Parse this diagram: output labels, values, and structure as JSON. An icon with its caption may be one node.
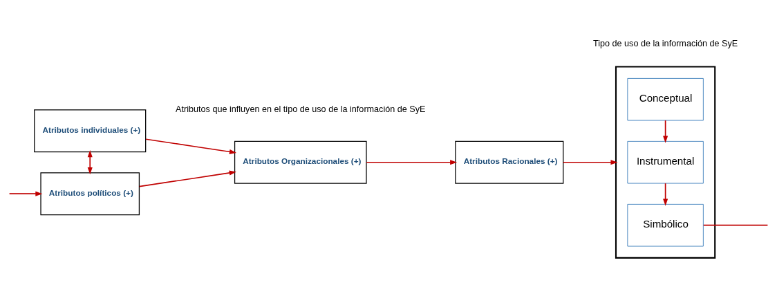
{
  "diagram": {
    "nodes": [
      {
        "text": [
          "Atributos individuales (+)"
        ]
      },
      {
        "text": [
          "Atributos políticos (+)"
        ]
      },
      {
        "text": [
          "Atributos Organizacionales (+)"
        ]
      },
      {
        "text": [
          "Atributos Racionales (+)"
        ]
      },
      {
        "text": [],
        "shape": "box"
      },
      {
        "text": [
          "Conceptual"
        ],
        "in": 4
      },
      {
        "text": [
          "Instrumental"
        ],
        "in": 4
      },
      {
        "text": [
          "Simbólico"
        ],
        "in": 4
      }
    ],
    "edges": [
      {
        "from": 0,
        "to": 1,
        "arrow": "both"
      },
      {
        "from": null,
        "to": 1,
        "arrow": "to"
      },
      {
        "from": 0,
        "to": 2,
        "arrow": "to"
      },
      {
        "from": 1,
        "to": 2,
        "arrow": "to"
      },
      {
        "from": 2,
        "to": 3,
        "arrow": "to"
      },
      {
        "from": 3,
        "to": 4,
        "arrow": "to"
      },
      {
        "from": 5,
        "to": 6,
        "arrow": "to"
      },
      {
        "from": 6,
        "to": 7,
        "arrow": "to"
      },
      {
        "from": 7,
        "to": null,
        "arrow": "none"
      }
    ],
    "labels": [
      "Atributos que influyen en el tipo de uso de la información de SyE",
      "Tipo de uso de la información de SyE"
    ]
  }
}
